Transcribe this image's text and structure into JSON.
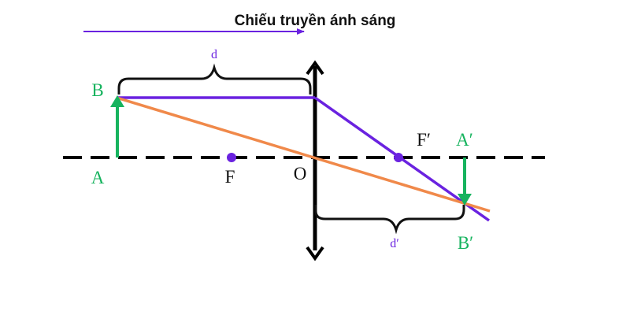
{
  "title": "Chiếu truyền ánh sáng",
  "labels": {
    "A": "A",
    "B": "B",
    "F": "F",
    "O": "O",
    "F_prime": "F′",
    "A_prime": "A′",
    "B_prime": "B′",
    "d": "d",
    "d_prime": "d′"
  },
  "colors": {
    "object": "#16b35e",
    "focus_ray": "#6a22e0",
    "center_ray": "#f0894a",
    "axis": "#000000",
    "label_dark": "#111111",
    "distance_label": "#6a22e0"
  },
  "icons": {
    "lens": "converging-lens-double-arrow",
    "direction": "arrow-right"
  }
}
